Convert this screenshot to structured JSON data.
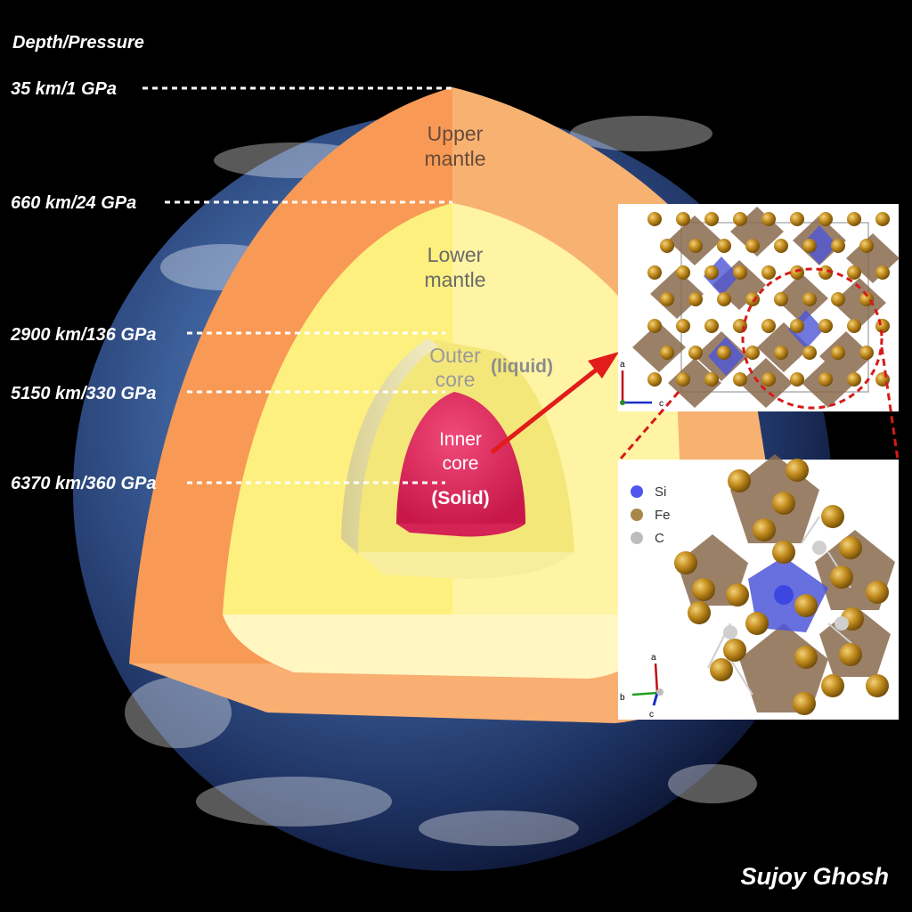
{
  "heading": "Depth/Pressure",
  "depth_markers": [
    {
      "label": "35 km/1 GPa"
    },
    {
      "label": "660 km/24 GPa"
    },
    {
      "label": "2900 km/136 GPa"
    },
    {
      "label": "5150 km/330 GPa"
    },
    {
      "label": "6370 km/360 GPa"
    }
  ],
  "layers": {
    "upper_mantle": [
      "Upper",
      "mantle"
    ],
    "lower_mantle": [
      "Lower",
      "mantle"
    ],
    "outer_core": [
      "Outer",
      "core"
    ],
    "outer_core_state": "(liquid)",
    "inner_core": [
      "Inner",
      "core"
    ],
    "inner_core_state": "(Solid)"
  },
  "legend": [
    {
      "label": "Si",
      "color": "#4f55f0"
    },
    {
      "label": "Fe",
      "color": "#a8884a"
    },
    {
      "label": "C",
      "color": "#bdbdbd"
    }
  ],
  "axes_top": {
    "a": "a",
    "c": "c"
  },
  "axes_bottom": {
    "a": "a",
    "b": "b",
    "c": "c"
  },
  "author": "Sujoy Ghosh",
  "colors": {
    "upper_mantle": "#f89a55",
    "upper_mantle_light": "#f8b070",
    "lower_mantle": "#fdf07e",
    "lower_mantle_light": "#fff3a8",
    "outer_core_label": "#9a9a9a",
    "inner_core": "#e02a5a",
    "arrow": "#e21b1b"
  }
}
